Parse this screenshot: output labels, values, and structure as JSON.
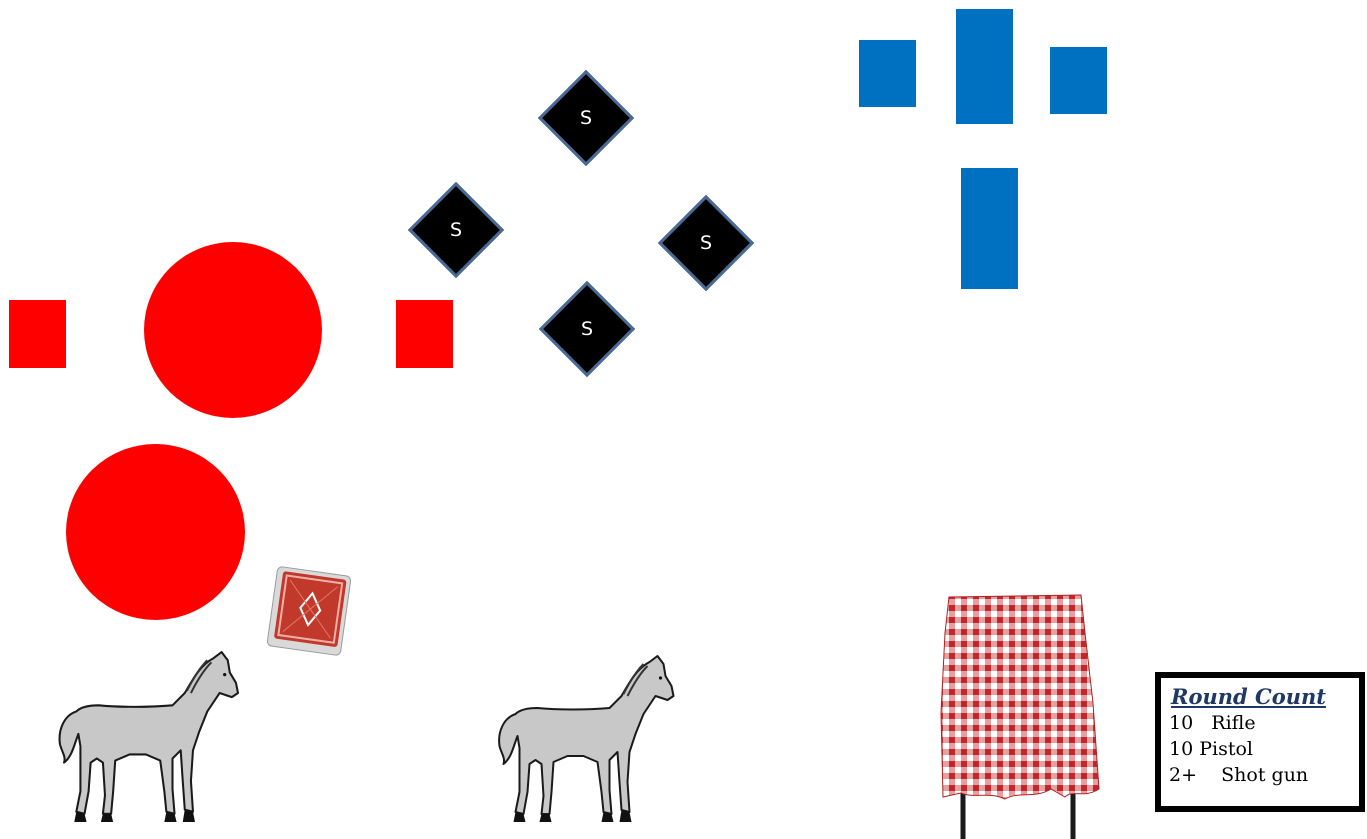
{
  "diagram": {
    "colors": {
      "red": "#ff0000",
      "blue": "#0070c0",
      "diamond_fill": "#000000",
      "diamond_border": "#4a6b96"
    },
    "shoot_targets": [
      {
        "label": "S"
      },
      {
        "label": "S"
      },
      {
        "label": "S"
      },
      {
        "label": "S"
      }
    ],
    "props": {
      "horse_count": 2,
      "card_deck": "card-deck-icon",
      "table": "checkered-table-icon"
    },
    "round_count": {
      "title": "Round Count",
      "items": [
        "10   Rifle",
        "10 Pistol",
        "2+    Shot gun"
      ]
    }
  }
}
